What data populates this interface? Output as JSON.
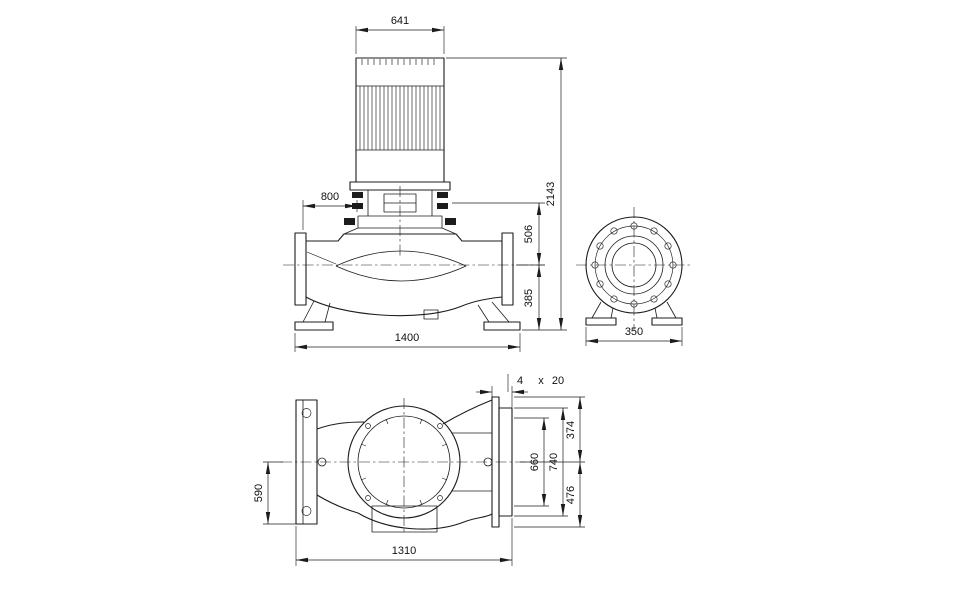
{
  "views": {
    "side": {
      "motor_width": "641",
      "stool_width": "800",
      "overall_height": "2143",
      "flange_to_centerline": "506",
      "centerline_to_base": "385",
      "overall_length": "1400"
    },
    "end": {
      "foot_width": "350"
    },
    "top": {
      "holes_count": "4",
      "holes_times": "x",
      "holes_dia": "20",
      "flange_inner_length": "660",
      "flange_outer_length": "740",
      "centerline_to_flange_top": "374",
      "centerline_to_flange_bottom": "476",
      "centerline_to_left_bottom": "590",
      "overall_length": "1310"
    }
  }
}
